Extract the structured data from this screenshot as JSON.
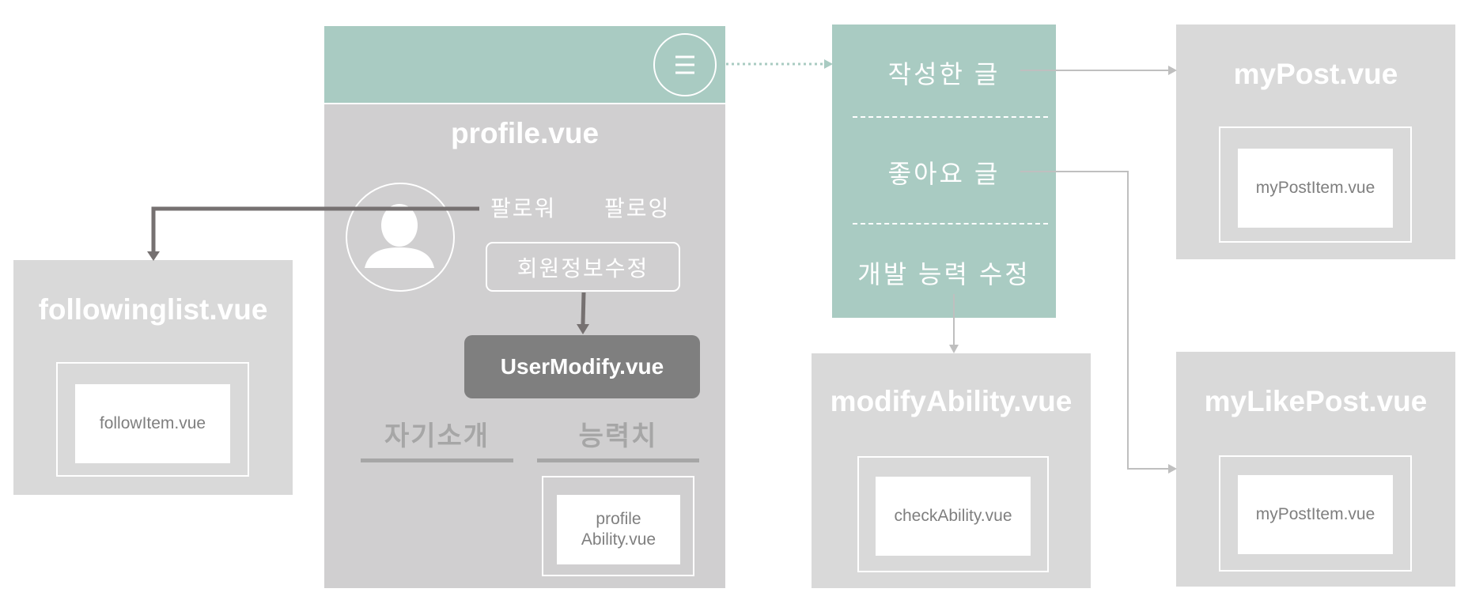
{
  "colors": {
    "mint": "#a9cbc2",
    "box_gray": "#d9d9d9",
    "profile_gray": "#d0cfd0",
    "dark_button": "#7f7f7f",
    "arrow_dark": "#767171",
    "arrow_light": "#bfbfbf"
  },
  "profile": {
    "title": "profile.vue",
    "menu_icon": "hamburger-icon",
    "avatar_icon": "person-silhouette-icon",
    "follower_label": "팔로워",
    "following_label": "팔로잉",
    "edit_member_label": "회원정보수정",
    "user_modify_label": "UserModify.vue",
    "tab_intro": "자기소개",
    "tab_ability": "능력치",
    "ability_item_line1": "profile",
    "ability_item_line2": "Ability.vue"
  },
  "menu": {
    "item_posts": "작성한 글",
    "item_likes": "좋아요 글",
    "item_ability": "개발 능력 수정"
  },
  "following_list": {
    "title": "followinglist.vue",
    "item": "followItem.vue"
  },
  "my_post": {
    "title": "myPost.vue",
    "item": "myPostItem.vue"
  },
  "my_like_post": {
    "title": "myLikePost.vue",
    "item": "myPostItem.vue"
  },
  "modify_ability": {
    "title": "modifyAbility.vue",
    "item": "checkAbility.vue"
  }
}
